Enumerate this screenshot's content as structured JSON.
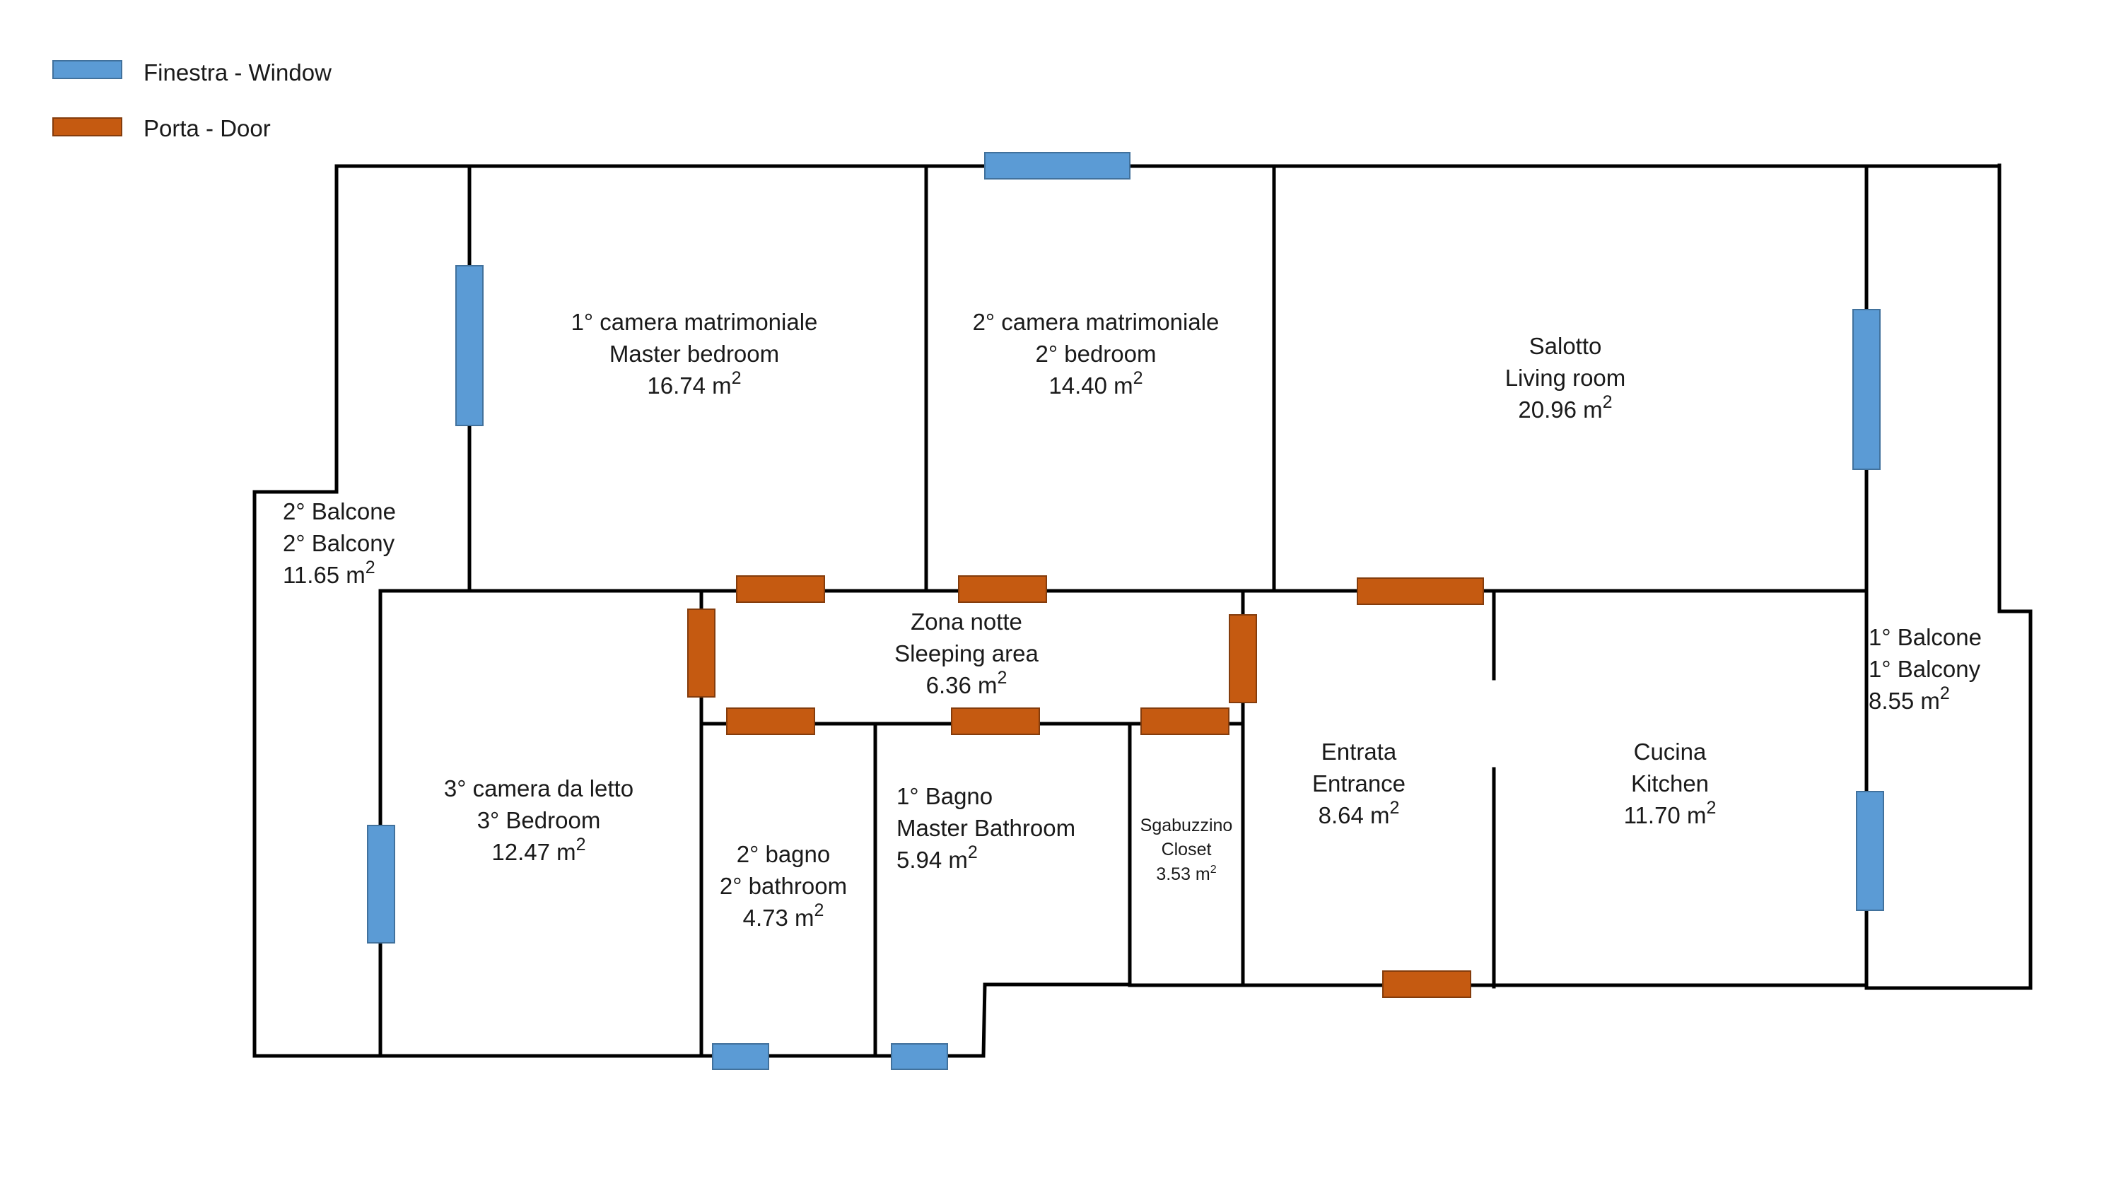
{
  "legend": {
    "window": {
      "label": "Finestra - Window",
      "color": "#5b9bd5"
    },
    "door": {
      "label": "Porta - Door",
      "color": "#c55a11"
    }
  },
  "rooms": {
    "master_bedroom": {
      "line1": "1° camera matrimoniale",
      "line2": "Master bedroom",
      "area": "16.74 m",
      "unit_exp": "2"
    },
    "second_bedroom": {
      "line1": "2° camera matrimoniale",
      "line2": "2° bedroom",
      "area": "14.40 m",
      "unit_exp": "2"
    },
    "living_room": {
      "line1": "Salotto",
      "line2": "Living room",
      "area": "20.96 m",
      "unit_exp": "2"
    },
    "balcony_2": {
      "line1": "2° Balcone",
      "line2": "2° Balcony",
      "area": "11.65 m",
      "unit_exp": "2"
    },
    "sleeping_area": {
      "line1": "Zona notte",
      "line2": "Sleeping area",
      "area": "6.36 m",
      "unit_exp": "2"
    },
    "third_bedroom": {
      "line1": "3° camera da letto",
      "line2": "3° Bedroom",
      "area": "12.47 m",
      "unit_exp": "2"
    },
    "second_bathroom": {
      "line1": "2° bagno",
      "line2": "2° bathroom",
      "area": "4.73 m",
      "unit_exp": "2"
    },
    "master_bathroom": {
      "line1": "1° Bagno",
      "line2": "Master Bathroom",
      "area": "5.94 m",
      "unit_exp": "2"
    },
    "closet": {
      "line1": "Sgabuzzino",
      "line2": "Closet",
      "area": "3.53 m",
      "unit_exp": "2"
    },
    "entrance": {
      "line1": "Entrata",
      "line2": "Entrance",
      "area": "8.64 m",
      "unit_exp": "2"
    },
    "kitchen": {
      "line1": "Cucina",
      "line2": "Kitchen",
      "area": "11.70 m",
      "unit_exp": "2"
    },
    "balcony_1": {
      "line1": "1° Balcone",
      "line2": "1° Balcony",
      "area": "8.55 m",
      "unit_exp": "2"
    }
  }
}
